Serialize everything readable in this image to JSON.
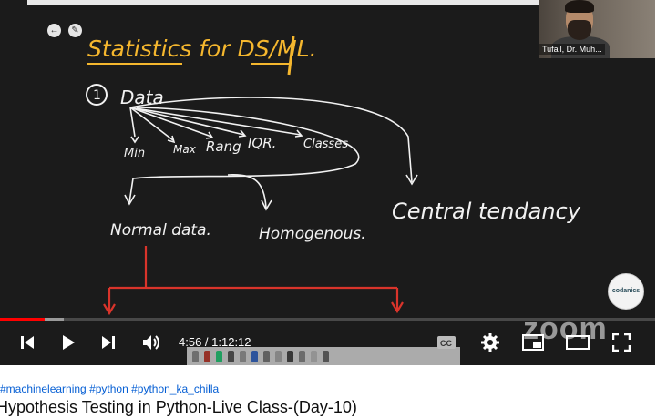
{
  "board": {
    "heading": "Statistics for DS / ML.",
    "point_number": "1",
    "data_label": "Data",
    "branches": [
      "Min",
      "Max",
      "Rang",
      "IQR.",
      "Classes"
    ],
    "central_tendency": "Central tendancy",
    "normal_data": "Normal data.",
    "homogenous": "Homogenous."
  },
  "webcam": {
    "name": "Tufail, Dr. Muh..."
  },
  "badge": {
    "text": "codanics"
  },
  "watermark": "zoom",
  "player": {
    "time_current": "4:56",
    "time_total": "1:12:12",
    "time_display": "4:56 / 1:12:12",
    "progress_fraction": 0.068,
    "buffered_fraction": 0.098,
    "cc_label": "CC",
    "icons": {
      "prev": "previous-icon",
      "play": "play-icon",
      "next": "next-icon",
      "volume": "volume-icon",
      "cc": "captions-icon",
      "settings": "gear-icon",
      "miniplayer": "miniplayer-icon",
      "theater": "theater-icon",
      "fullscreen": "fullscreen-icon"
    }
  },
  "colors": {
    "heading": "#f5b72e",
    "chalk": "#f2f2f2",
    "accent_red": "#d9342b",
    "progress": "#ff0000",
    "link": "#065fd4"
  },
  "video": {
    "hashtags": "#machinelearning #python #python_ka_chilla",
    "title": "Hypothesis Testing in Python-Live Class-(Day-10)"
  }
}
